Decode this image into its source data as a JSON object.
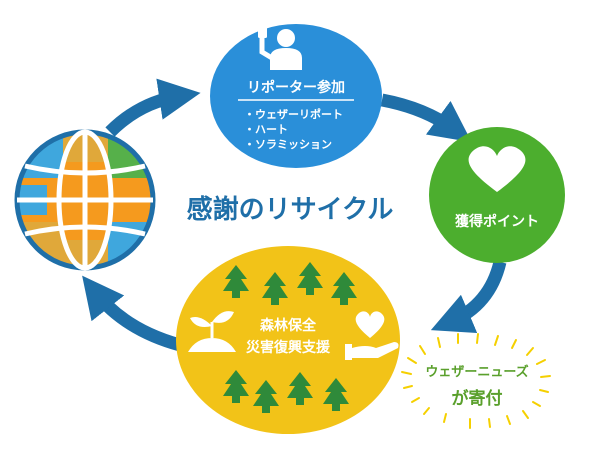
{
  "center_title": "感謝のリサイクル",
  "reporter": {
    "title": "リポーター参加",
    "items": [
      "・ウェザーリポート",
      "・ハート",
      "・ソラミッション"
    ]
  },
  "points": {
    "label": "獲得ポイント"
  },
  "forest": {
    "lines": [
      "森林保全",
      "災害復興支援"
    ]
  },
  "donation": {
    "line1": "ウェザーニューズ",
    "line2": "が寄付"
  },
  "colors": {
    "arrow": "#1f6fa8",
    "reporter_circle": "#2a8fd9",
    "points_circle": "#4cae2e",
    "forest_circle": "#f2c318",
    "tree": "#2f8a3a",
    "title": "#1f6fa8",
    "donation_text": "#5aa02c",
    "burst": "#f5d000"
  },
  "icons": [
    "person-phone-icon",
    "heart-icon",
    "globe-icon",
    "sprout-icon",
    "heart-hand-icon",
    "tree-icon"
  ]
}
